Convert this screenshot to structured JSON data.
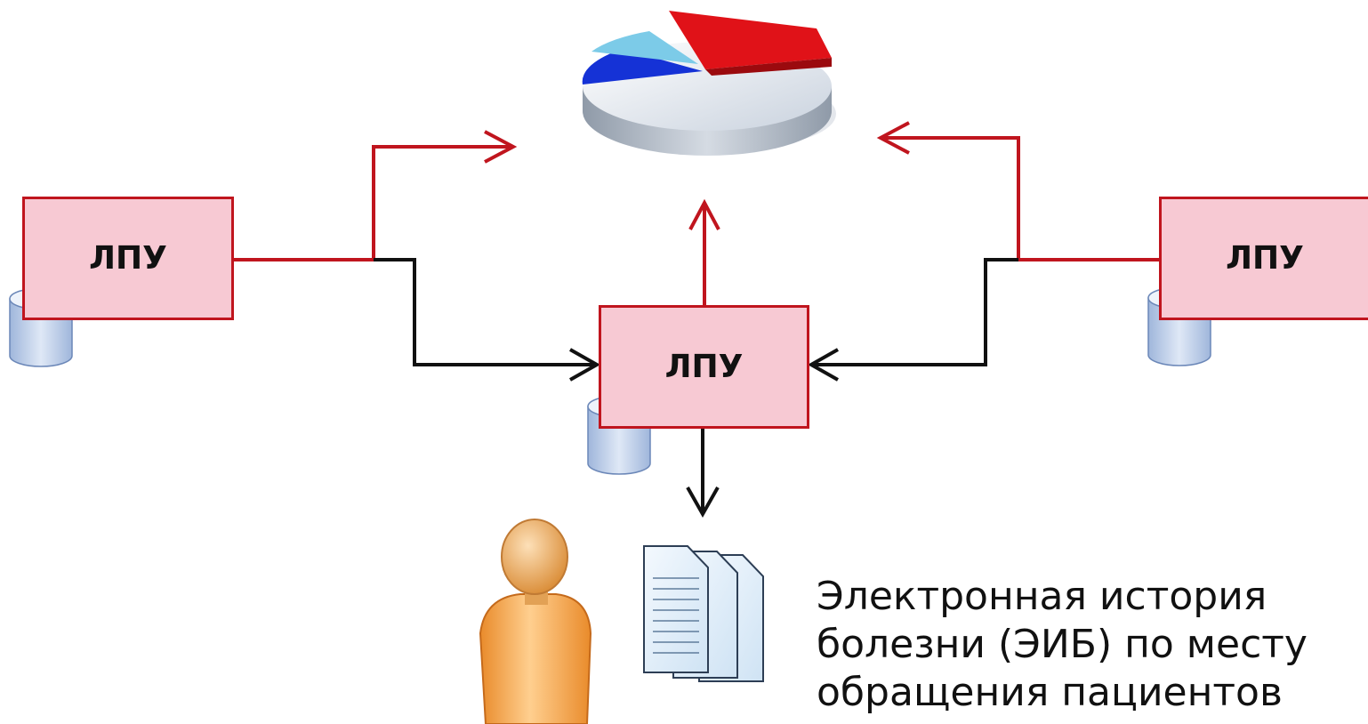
{
  "colors": {
    "node_fill": "#f7c9d3",
    "node_border": "#c0151e",
    "report_arrow": "#c0151e",
    "data_arrow": "#111111"
  },
  "nodes": {
    "left": {
      "label": "ЛПУ"
    },
    "center": {
      "label": "ЛПУ"
    },
    "right": {
      "label": "ЛПУ"
    }
  },
  "caption": {
    "line1": "Электронная история",
    "line2": "болезни (ЭИБ) по месту",
    "line3": "обращения пациентов"
  },
  "icons": {
    "statistics": "pie-chart-icon",
    "storage": "database-icon",
    "patient": "person-icon",
    "records": "documents-icon"
  }
}
